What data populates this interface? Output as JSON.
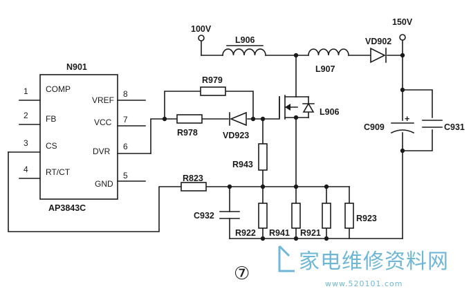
{
  "ic": {
    "name": "N901",
    "part": "AP3843C",
    "pins_left": [
      {
        "num": "1",
        "label": "COMP"
      },
      {
        "num": "2",
        "label": "FB"
      },
      {
        "num": "3",
        "label": "CS"
      },
      {
        "num": "4",
        "label": "RT/CT"
      }
    ],
    "pins_right": [
      {
        "num": "8",
        "label": "VREF"
      },
      {
        "num": "7",
        "label": "VCC"
      },
      {
        "num": "6",
        "label": "DVR"
      },
      {
        "num": "5",
        "label": "GND"
      }
    ]
  },
  "supplies": {
    "input": "100V",
    "output": "150V"
  },
  "components": {
    "inductor_in": "L906",
    "inductor_series": "L907",
    "diode_out": "VD902",
    "mosfet": "L906",
    "r_top": "R979",
    "r_drive": "R978",
    "diode_gate": "VD923",
    "r_gate_source": "R943",
    "r_sense_in": "R823",
    "cap_sense": "C932",
    "r_sense_1": "R922",
    "r_sense_2": "R941",
    "r_sense_3": "R921",
    "r_sense_4": "R923",
    "cap_out_1": "C909",
    "cap_out_2": "C931",
    "cap_polarity": "+"
  },
  "figure_number": "⑦",
  "watermark": {
    "cn": "家电维修资料网",
    "url": "www.520101.com"
  }
}
